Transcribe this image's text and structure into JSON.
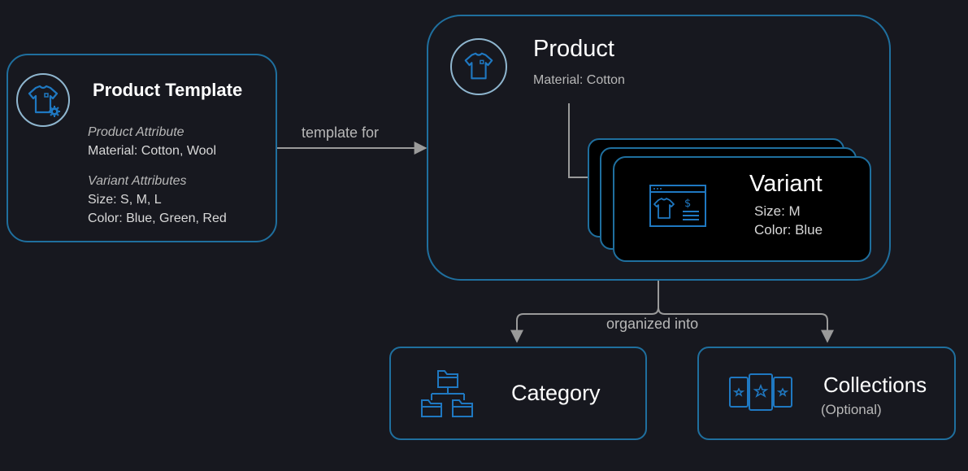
{
  "template": {
    "title": "Product Template",
    "product_attr_heading": "Product Attribute",
    "product_attr_value": "Material: Cotton, Wool",
    "variant_attr_heading": "Variant Attributes",
    "variant_attr_size": "Size: S, M, L",
    "variant_attr_color": "Color: Blue, Green, Red"
  },
  "edge_template_for": "template for",
  "product": {
    "title": "Product",
    "material": "Material: Cotton"
  },
  "variant": {
    "title": "Variant",
    "size": "Size: M",
    "color": "Color: Blue"
  },
  "edge_organized_into": "organized into",
  "category": {
    "title": "Category"
  },
  "collections": {
    "title": "Collections",
    "note": "(Optional)"
  },
  "colors": {
    "background": "#17181f",
    "border": "#1f6f9e",
    "icon": "#1f78c1",
    "arrow": "#9a9a9a",
    "muted_text": "#b8b8b8"
  },
  "icons": [
    "tshirt-gear-icon",
    "tshirt-icon",
    "tshirt-price-tag-icon",
    "folder-hierarchy-icon",
    "star-cards-icon"
  ]
}
